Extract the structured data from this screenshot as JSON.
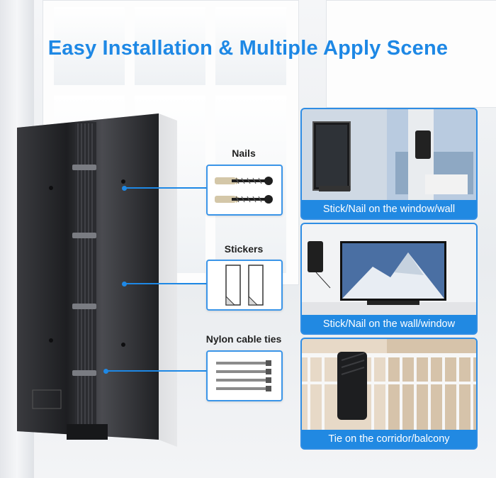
{
  "title": "Easy Installation & Multiple Apply Scene",
  "accessories": [
    {
      "label": "Nails",
      "icon": "nails-icon"
    },
    {
      "label": "Stickers",
      "icon": "stickers-icon"
    },
    {
      "label": "Nylon cable ties",
      "icon": "cable-ties-icon"
    }
  ],
  "scenes": [
    {
      "caption": "Stick/Nail on the window/wall"
    },
    {
      "caption": "Stick/Nail on the wall/window"
    },
    {
      "caption": "Tie on the corridor/balcony"
    }
  ],
  "colors": {
    "accent": "#1e88e5",
    "caption_bg": "#2189e2",
    "panel": "#2a2b2e"
  }
}
